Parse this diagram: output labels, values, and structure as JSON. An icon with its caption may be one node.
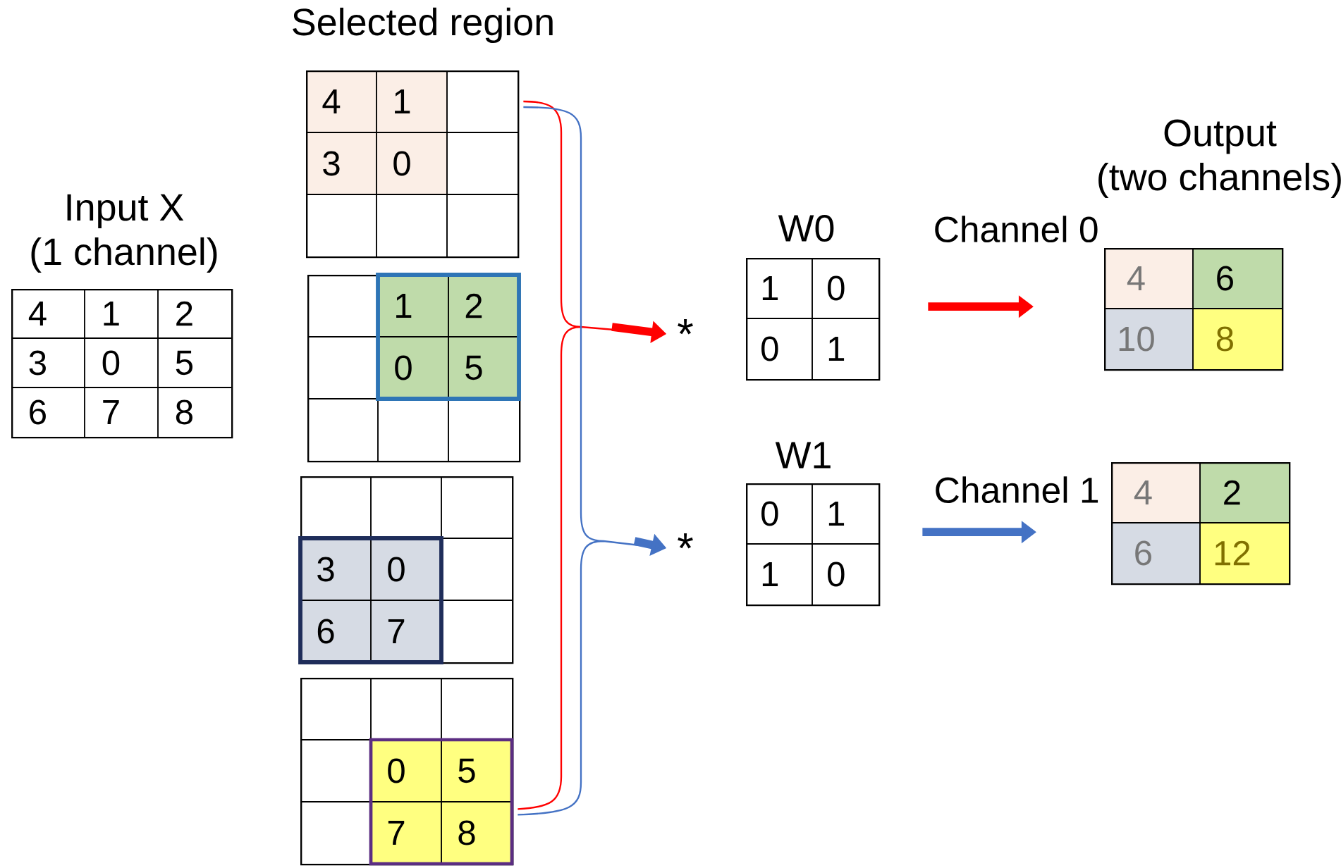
{
  "diagram": {
    "nodes": [
      {
        "text": [
          "Input X",
          "(1 channel)",
          "4",
          "1",
          "2",
          "3",
          "0",
          "5",
          "6",
          "7",
          "8"
        ]
      },
      {
        "text": [
          "4",
          "1",
          "3",
          "0"
        ]
      },
      {
        "text": [
          "1",
          "2",
          "0",
          "5"
        ]
      },
      {
        "text": [
          "3",
          "0",
          "6",
          "7"
        ]
      },
      {
        "text": [
          "0",
          "5",
          "7",
          "8"
        ]
      },
      {
        "text": [
          "*"
        ]
      },
      {
        "text": [
          "*"
        ]
      },
      {
        "text": [
          "W0",
          "1",
          "0",
          "0",
          "1"
        ]
      },
      {
        "text": [
          "W1",
          "0",
          "1",
          "1",
          "0"
        ]
      },
      {
        "text": [
          "Output",
          "(two channels)",
          "4",
          "6",
          "10",
          "8"
        ]
      },
      {
        "text": [
          "4",
          "2",
          "6",
          "12"
        ]
      }
    ],
    "edges": [
      {
        "from": 1,
        "to": 5,
        "arrow": "to",
        "color": "#ff0000"
      },
      {
        "from": 4,
        "to": 5,
        "arrow": "to",
        "color": "#ff0000"
      },
      {
        "from": 1,
        "to": 6,
        "arrow": "to",
        "color": "#4472c4"
      },
      {
        "from": 4,
        "to": 6,
        "arrow": "to",
        "color": "#4472c4"
      },
      {
        "from": 7,
        "to": 9,
        "arrow": "to",
        "label": "Channel 0",
        "style": "thick",
        "color": "#ff0000"
      },
      {
        "from": 8,
        "to": 10,
        "arrow": "to",
        "label": "Channel 1",
        "style": "thick",
        "color": "#4472c4"
      }
    ],
    "labels": [
      "Selected region"
    ]
  }
}
